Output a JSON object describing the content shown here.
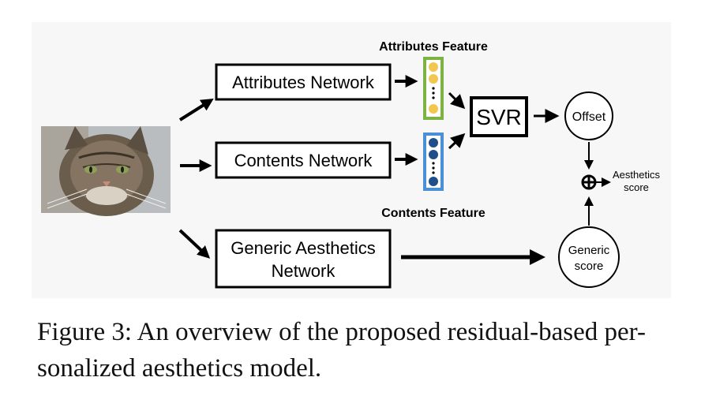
{
  "diagram": {
    "attributes_network_label": "Attributes Network",
    "contents_network_label": "Contents Network",
    "generic_network_label_line1": "Generic Aesthetics",
    "generic_network_label_line2": "Network",
    "attributes_feature_label": "Attributes Feature",
    "contents_feature_label": "Contents Feature",
    "svr_label": "SVR",
    "offset_label": "Offset",
    "generic_score_line1": "Generic",
    "generic_score_line2": "score",
    "aesthetics_score_line1": "Aesthetics",
    "aesthetics_score_line2": "score",
    "input_image_subject": "cat photo",
    "colors": {
      "attributes_feature_border": "#7cb342",
      "attributes_feature_dot": "#f3c64f",
      "contents_feature_border": "#4a90d9",
      "contents_feature_dot": "#1f4f8a"
    }
  },
  "caption": {
    "line1": "Figure 3: An overview of the proposed residual-based per-",
    "line2": "sonalized aesthetics model."
  }
}
